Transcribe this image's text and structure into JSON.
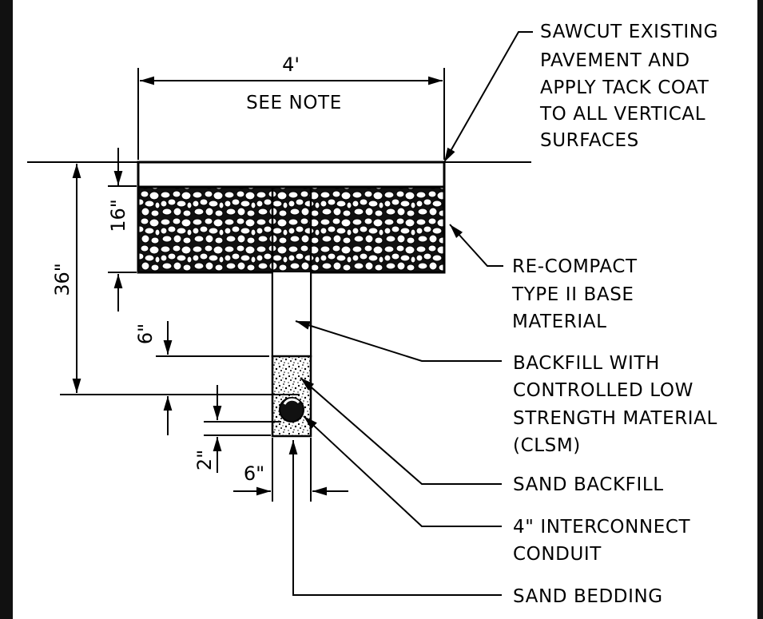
{
  "dimensions": {
    "trench_width": "4'",
    "see_note": "SEE NOTE",
    "total_depth": "36\"",
    "base_depth": "16\"",
    "sand_cover": "6\"",
    "bedding_depth": "2\"",
    "trench_narrow_width": "6\""
  },
  "callouts": {
    "sawcut": [
      "SAWCUT EXISTING",
      "PAVEMENT AND",
      "APPLY TACK COAT",
      "TO ALL VERTICAL",
      "SURFACES"
    ],
    "recompact": [
      "RE-COMPACT",
      "TYPE II BASE",
      "MATERIAL"
    ],
    "backfill": [
      "BACKFILL WITH",
      "CONTROLLED LOW",
      "STRENGTH MATERIAL",
      "(CLSM)"
    ],
    "sand_backfill": [
      "SAND BACKFILL"
    ],
    "conduit": [
      "4\" INTERCONNECT",
      "CONDUIT"
    ],
    "sand_bedding": [
      "SAND BEDDING"
    ]
  },
  "colors": {
    "ink": "#000000",
    "paper": "#ffffff",
    "border": "#111111"
  }
}
